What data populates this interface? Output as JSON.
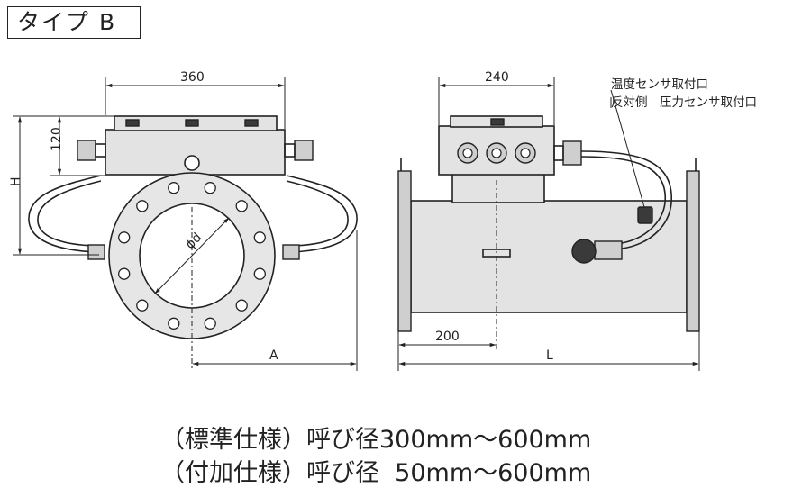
{
  "header": {
    "type_label": "タイプ B"
  },
  "dimensions": {
    "front_width": "360",
    "front_height_120": "120",
    "front_H": "H",
    "front_A": "A",
    "pipe_diameter": "ϕd",
    "side_width": "240",
    "side_200": "200",
    "side_L": "L"
  },
  "annotations": {
    "temp_sensor": "温度センサ取付口",
    "pressure_sensor": "反対側　圧力センサ取付口"
  },
  "captions": {
    "line1": "（標準仕様）呼び径300mm～600mm",
    "line2": "（付加仕様）呼び径  50mm～600mm"
  }
}
